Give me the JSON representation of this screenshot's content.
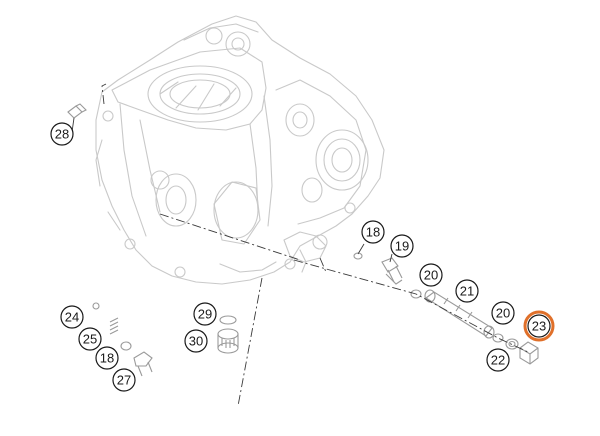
{
  "diagram": {
    "highlight_color": "#e0702a",
    "callouts": [
      {
        "id": "c28",
        "label": "28"
      },
      {
        "id": "c18a",
        "label": "18"
      },
      {
        "id": "c19",
        "label": "19"
      },
      {
        "id": "c20a",
        "label": "20"
      },
      {
        "id": "c21",
        "label": "21"
      },
      {
        "id": "c20b",
        "label": "20"
      },
      {
        "id": "c23",
        "label": "23",
        "highlighted": true
      },
      {
        "id": "c22",
        "label": "22"
      },
      {
        "id": "c24",
        "label": "24"
      },
      {
        "id": "c25",
        "label": "25"
      },
      {
        "id": "c18b",
        "label": "18"
      },
      {
        "id": "c27",
        "label": "27"
      },
      {
        "id": "c29",
        "label": "29"
      },
      {
        "id": "c30",
        "label": "30"
      }
    ]
  }
}
